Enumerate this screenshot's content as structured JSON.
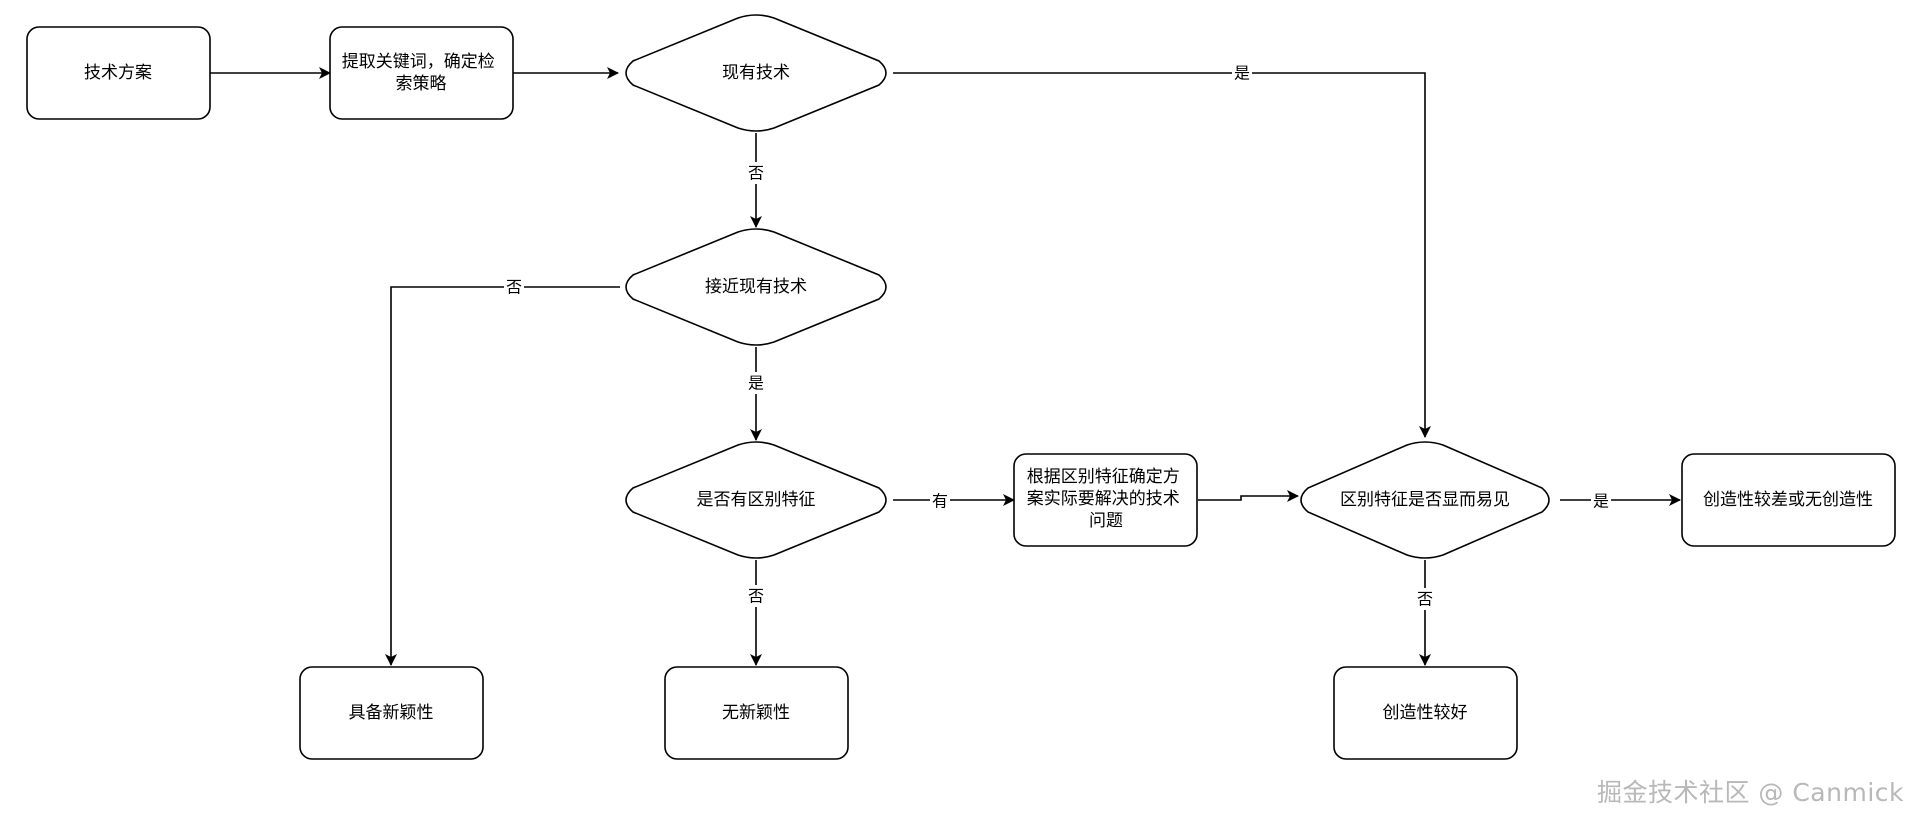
{
  "nodes": {
    "tech_solution": "技术方案",
    "extract_keywords": [
      "提取关键词，确定检",
      "索策略"
    ],
    "prior_art": "现有技术",
    "close_prior_art": "接近现有技术",
    "distinct_features": "是否有区别特征",
    "determine_problem": [
      "根据区别特征确定方",
      "案实际要解决的技术",
      "问题"
    ],
    "obvious_features": "区别特征是否显而易见",
    "poor_inventiveness": "创造性较差或无创造性",
    "good_inventiveness": "创造性较好",
    "has_novelty": "具备新颖性",
    "no_novelty": "无新颖性"
  },
  "edge_labels": {
    "prior_art_yes": "是",
    "prior_art_no": "否",
    "close_no": "否",
    "close_yes": "是",
    "distinct_has": "有",
    "distinct_no": "否",
    "obvious_yes": "是",
    "obvious_no": "否"
  },
  "watermark": "掘金技术社区 @ Canmick"
}
